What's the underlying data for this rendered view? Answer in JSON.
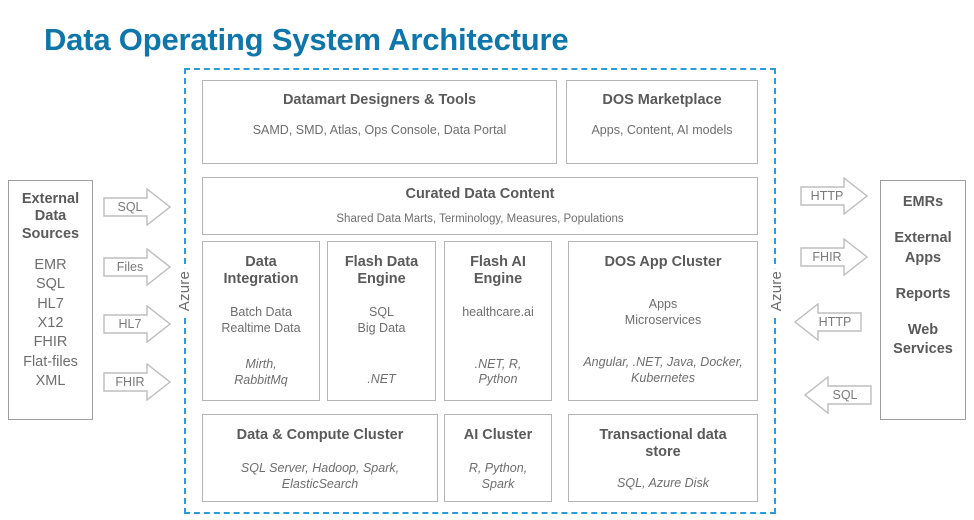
{
  "title": "Data Operating System Architecture",
  "theme": {
    "title_color": "#0e76a8",
    "boundary_color": "#2b9cd8",
    "box_border": "#b5b5b5",
    "text_color": "#5a5a5a"
  },
  "boundary": {
    "label_left": "Azure",
    "label_right": "Azure"
  },
  "left_panel": {
    "title_lines": [
      "External",
      "Data",
      "Sources"
    ],
    "items": [
      "EMR",
      "SQL",
      "HL7",
      "X12",
      "FHIR",
      "Flat-files",
      "XML"
    ]
  },
  "right_panel": {
    "items": [
      "EMRs",
      "External Apps",
      "Reports",
      "Web Services"
    ]
  },
  "inbound_arrows": [
    {
      "label": "SQL",
      "direction": "right"
    },
    {
      "label": "Files",
      "direction": "right"
    },
    {
      "label": "HL7",
      "direction": "right"
    },
    {
      "label": "FHIR",
      "direction": "right"
    }
  ],
  "outbound_arrows": [
    {
      "label": "HTTP",
      "direction": "right"
    },
    {
      "label": "FHIR",
      "direction": "right"
    },
    {
      "label": "HTTP",
      "direction": "left"
    },
    {
      "label": "SQL",
      "direction": "left"
    }
  ],
  "boxes": {
    "datamart": {
      "header": "Datamart Designers & Tools",
      "sub": "SAMD, SMD, Atlas, Ops Console, Data Portal"
    },
    "marketplace": {
      "header": "DOS Marketplace",
      "sub": "Apps, Content, AI models"
    },
    "curated": {
      "header": "Curated Data Content",
      "sub": "Shared Data Marts, Terminology, Measures, Populations"
    },
    "data_integration": {
      "header_line1": "Data",
      "header_line2": "Integration",
      "sub_line1": "Batch Data",
      "sub_line2": "Realtime Data",
      "tech_line1": "Mirth,",
      "tech_line2": "RabbitMq"
    },
    "flash_data_engine": {
      "header_line1": "Flash Data",
      "header_line2": "Engine",
      "sub_line1": "SQL",
      "sub_line2": "Big Data",
      "tech_line1": ".NET",
      "tech_line2": ""
    },
    "flash_ai_engine": {
      "header_line1": "Flash AI",
      "header_line2": "Engine",
      "sub_line1": "healthcare.ai",
      "sub_line2": "",
      "tech_line1": ".NET, R,",
      "tech_line2": "Python"
    },
    "dos_app_cluster": {
      "header": "DOS App Cluster",
      "sub_line1": "Apps",
      "sub_line2": "Microservices",
      "tech_line1": "Angular, .NET, Java, Docker,",
      "tech_line2": "Kubernetes"
    },
    "data_compute_cluster": {
      "header": "Data & Compute Cluster",
      "tech_line1": "SQL Server, Hadoop, Spark,",
      "tech_line2": "ElasticSearch"
    },
    "ai_cluster": {
      "header": "AI Cluster",
      "tech_line1": "R, Python,",
      "tech_line2": "Spark"
    },
    "transactional_store": {
      "header_line1": "Transactional data",
      "header_line2": "store",
      "tech_line1": "SQL, Azure Disk"
    }
  }
}
